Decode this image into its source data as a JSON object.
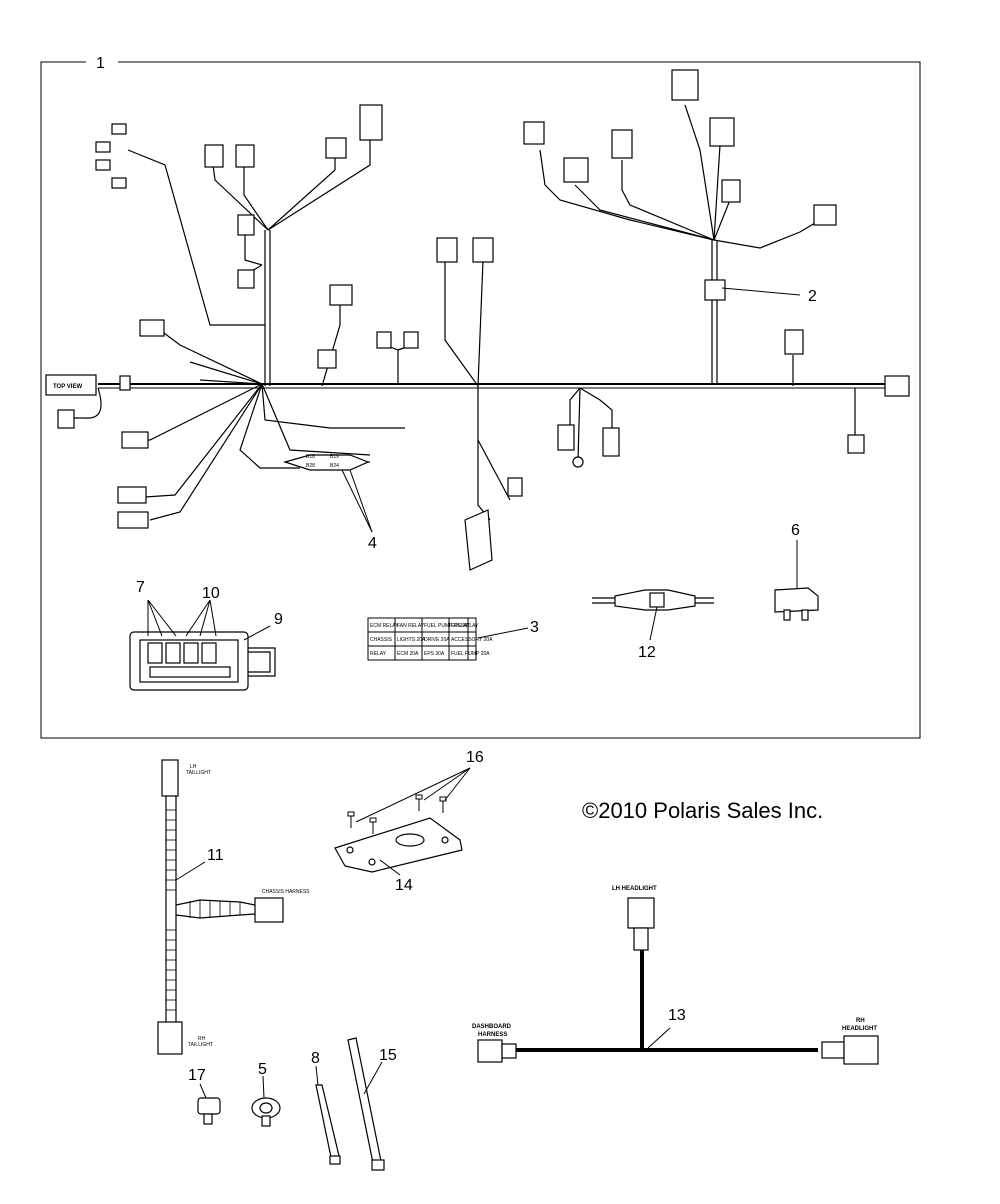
{
  "callouts": {
    "c1": "1",
    "c2": "2",
    "c3": "3",
    "c4": "4",
    "c5": "5",
    "c6": "6",
    "c7": "7",
    "c8": "8",
    "c9": "9",
    "c10": "10",
    "c11": "11",
    "c12": "12",
    "c13": "13",
    "c14": "14",
    "c15": "15",
    "c16": "16",
    "c17": "17"
  },
  "copyright": "©2010 Polaris Sales Inc.",
  "labels": {
    "top_view": "TOP VIEW",
    "lh_taillight_1": "LH",
    "lh_taillight_2": "TAILLIGHT",
    "rh_taillight_1": "RH",
    "rh_taillight_2": "TAILLIGHT",
    "chassis_harness": "CHASSIS HARNESS",
    "lh_headlight": "LH HEADLIGHT",
    "dashboard_1": "DASHBOARD",
    "dashboard_2": "HARNESS",
    "rh_headlight_1": "RH",
    "rh_headlight_2": "HEADLIGHT",
    "fuse_tag_1": "B18",
    "fuse_tag_2": "B19",
    "fuse_tag_3": "B28",
    "fuse_tag_4": "B24"
  },
  "fuse_chart": {
    "row1": [
      "ECM RELAY",
      "FAN RELAY",
      "FUEL PUMP RELAY",
      "EPS RELAY"
    ],
    "row2": [
      "CHASSIS",
      "LIGHTS 20A",
      "DRIVE 20A",
      "ACCESSORY 20A"
    ],
    "row3": [
      "RELAY",
      "ECM 20A",
      "EPS 30A",
      "FUEL PUMP 20A"
    ]
  }
}
